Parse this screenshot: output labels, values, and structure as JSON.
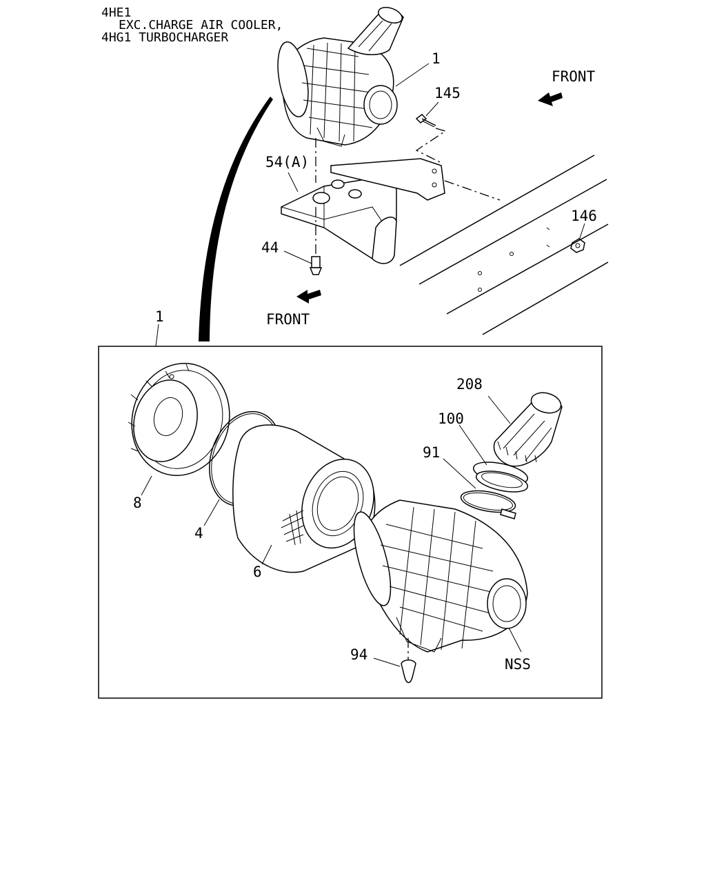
{
  "header": {
    "line1": "4HE1",
    "line2": "EXC.CHARGE AIR COOLER,",
    "line3": "4HG1 TURBOCHARGER"
  },
  "direction_labels": {
    "front_top": "FRONT",
    "front_bottom": "FRONT"
  },
  "callouts": {
    "p1_top": "1",
    "p145": "145",
    "p54a": "54(A)",
    "p146": "146",
    "p44": "44",
    "p1_detail": "1",
    "p208": "208",
    "p100": "100",
    "p91": "91",
    "p8": "8",
    "p4": "4",
    "p6": "6",
    "p94": "94",
    "pnss": "NSS"
  },
  "colors": {
    "ink": "#000000",
    "paper": "#ffffff"
  }
}
